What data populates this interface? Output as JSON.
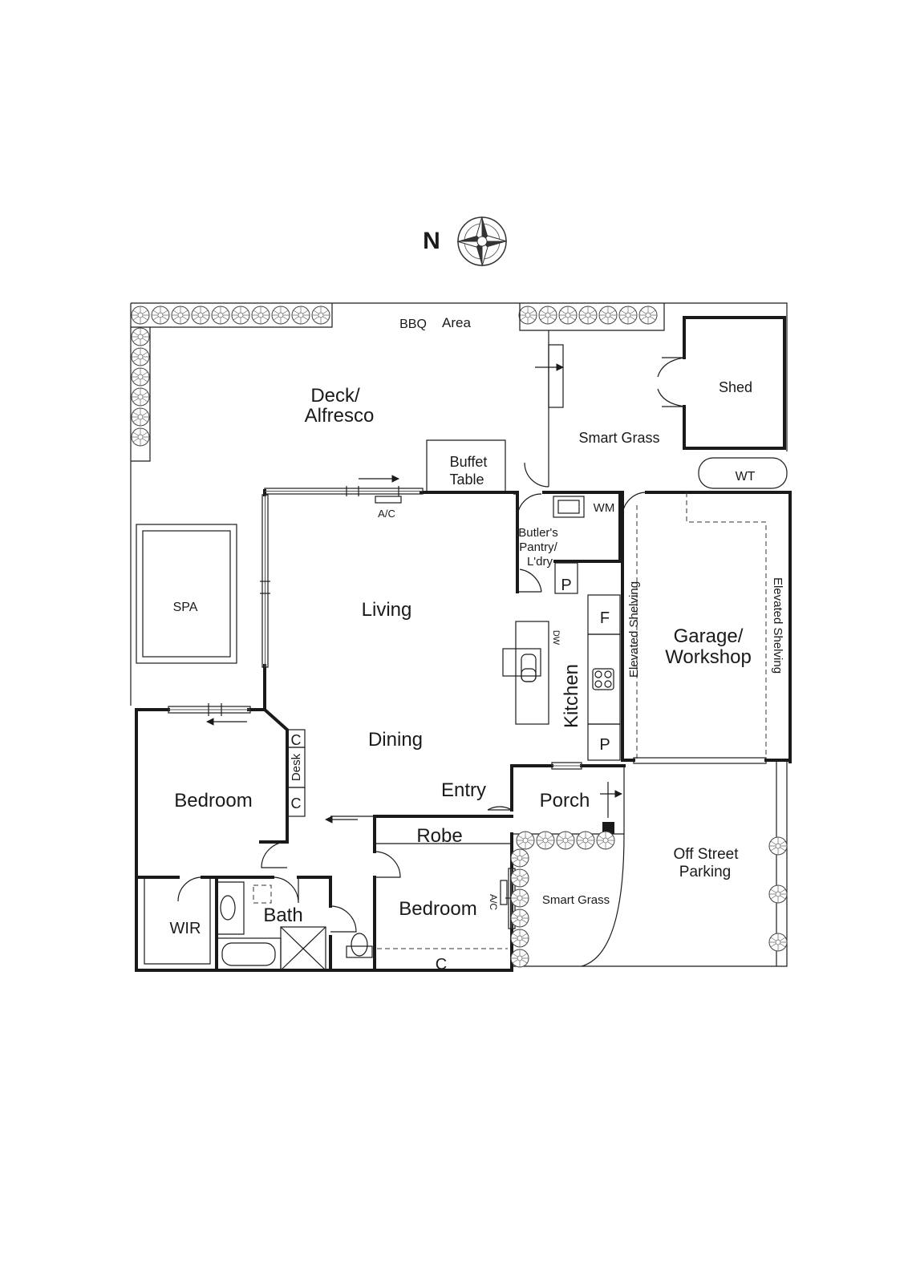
{
  "compass": {
    "north_label": "N"
  },
  "rooms": {
    "bbq": "BBQ",
    "area": "Area",
    "deck_line1": "Deck/",
    "deck_line2": "Alfresco",
    "buffet_line1": "Buffet",
    "buffet_line2": "Table",
    "shed": "Shed",
    "smart_grass_top": "Smart Grass",
    "wt": "WT",
    "wm": "WM",
    "ac_living": "A/C",
    "pantry_line1": "Butler's",
    "pantry_line2": "Pantry/",
    "pantry_line3": "L'dry",
    "p_top": "P",
    "f": "F",
    "p_bottom": "P",
    "spa": "SPA",
    "living": "Living",
    "dw": "DW",
    "kitchen": "Kitchen",
    "elevated_left": "Elevated Shelving",
    "elevated_right": "Elevated Shelving",
    "garage_line1": "Garage/",
    "garage_line2": "Workshop",
    "dining": "Dining",
    "c_top": "C",
    "desk": "Desk",
    "c_mid": "C",
    "bedroom_left": "Bedroom",
    "entry": "Entry",
    "porch": "Porch",
    "robe": "Robe",
    "off_street_line1": "Off Street",
    "off_street_line2": "Parking",
    "wir": "WIR",
    "bath": "Bath",
    "bedroom_right": "Bedroom",
    "ac_bedroom": "A/C",
    "smart_grass_bottom": "Smart Grass",
    "c_bottom": "C"
  }
}
